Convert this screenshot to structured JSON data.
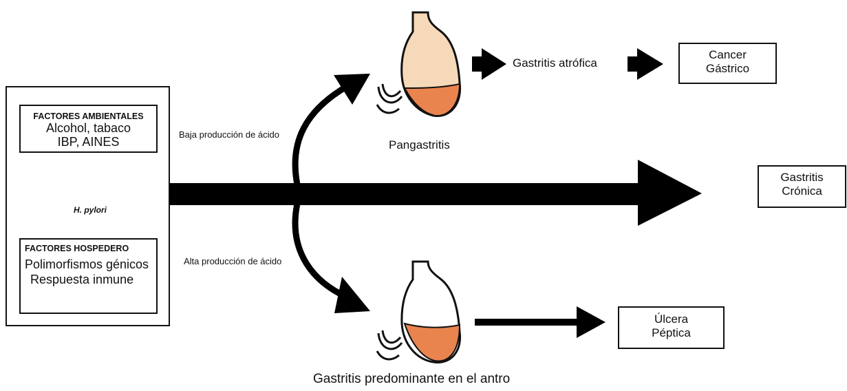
{
  "left_panel": {
    "environmental": {
      "title": "FACTORES AMBIENTALES",
      "line1": "Alcohol, tabaco",
      "line2": "IBP, AINES"
    },
    "bacterium_label": "H. pylori",
    "host": {
      "title": "FACTORES HOSPEDERO",
      "line1": "Polimorfismos génicos",
      "line2": "Respuesta inmune"
    }
  },
  "branches": {
    "low_acid_label": "Baja producción de ácido",
    "high_acid_label": "Alta producción de ácido"
  },
  "pangastritis": {
    "caption": "Pangastritis",
    "step_label": "Gastritis atrófica",
    "outcome_line1": "Cancer",
    "outcome_line2": "Gástrico"
  },
  "main_path": {
    "outcome_line1": "Gastritis",
    "outcome_line2": "Crónica"
  },
  "antral": {
    "caption": "Gastritis predominante en el antro",
    "outcome_line1": "Úlcera",
    "outcome_line2": "Péptica"
  },
  "colors": {
    "stomach_upper_light": "#f6d9b8",
    "stomach_lower": "#e9844f",
    "bacterium": "#1e88e5",
    "arrow": "#000000"
  }
}
